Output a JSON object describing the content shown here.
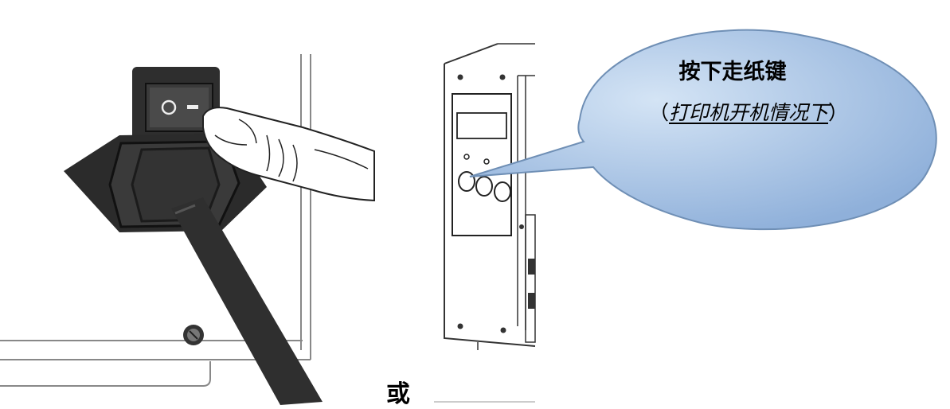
{
  "callout": {
    "title": "按下走纸键",
    "subtitle_open": "（",
    "subtitle_inner": "打印机开机情况下",
    "subtitle_close": "）"
  },
  "connector_text": "或",
  "icons": [
    "power-switch-icon",
    "hand-pressing-icon",
    "power-plug-icon",
    "printer-front-panel-icon",
    "feed-button-icon"
  ],
  "colors": {
    "callout_fill": "#a9c6e8",
    "callout_stroke": "#6f8fb5",
    "plug_dark": "#2b2b2b",
    "line_art": "#222222"
  }
}
